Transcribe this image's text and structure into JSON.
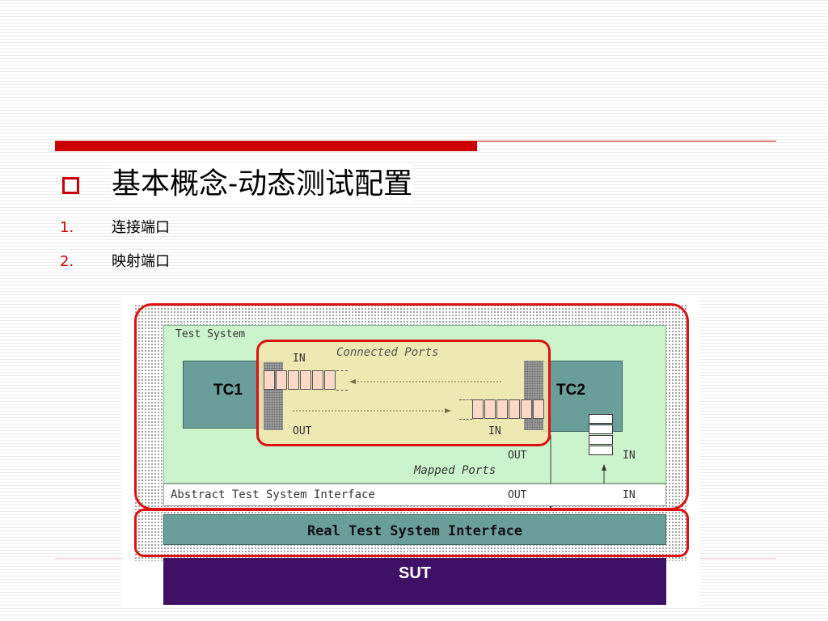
{
  "slide": {
    "title": "基本概念-动态测试配置",
    "items": [
      {
        "num": "1.",
        "text": "连接端口"
      },
      {
        "num": "2.",
        "text": "映射端口"
      }
    ]
  },
  "diagram": {
    "test_system": "Test System",
    "tc1": "TC1",
    "tc2": "TC2",
    "connected_ports": "Connected Ports",
    "mapped_ports": "Mapped Ports",
    "tc1_in": "IN",
    "tc1_out": "OUT",
    "tc2_in": "IN",
    "tc2_map_out": "OUT",
    "tc2_map_in": "IN",
    "atsi": "Abstract Test System Interface",
    "atsi_out": "OUT",
    "atsi_in": "IN",
    "rtsi": "Real Test System Interface",
    "sut": "SUT"
  },
  "colors": {
    "accent": "#cc0000",
    "test_system_bg": "#ccf4cc",
    "component": "#6a9e9a",
    "sut": "#3e1166",
    "highlight": "#dd1111"
  }
}
